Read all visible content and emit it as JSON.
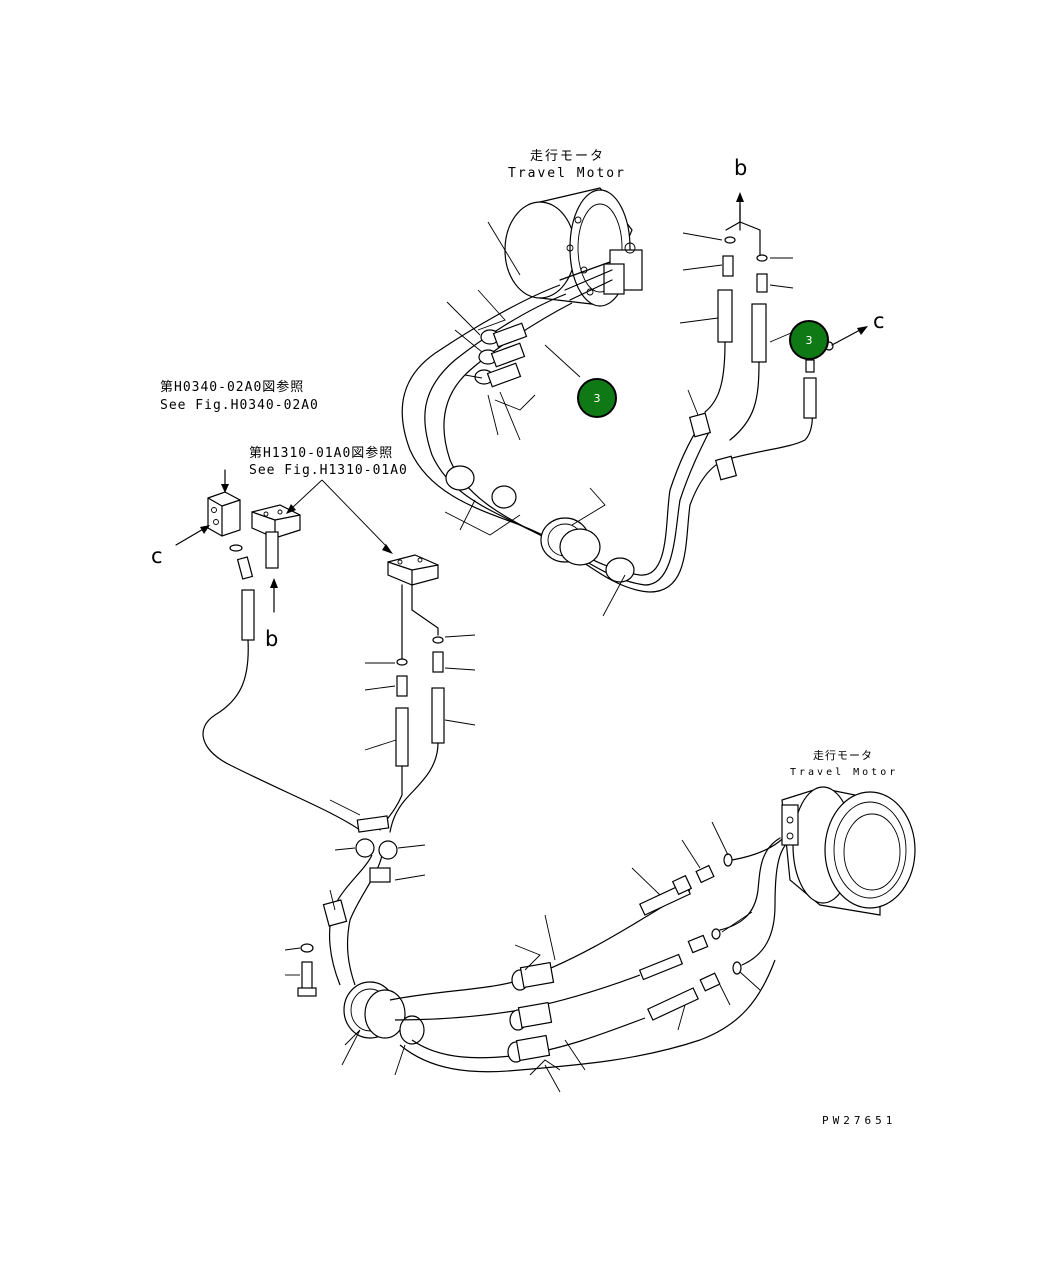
{
  "labels": {
    "travel_motor_top_jp": "走行モータ",
    "travel_motor_top_en": "Travel Motor",
    "travel_motor_bottom_jp": "走行モータ",
    "travel_motor_bottom_en": "Travel Motor",
    "ref1_jp": "第H0340-02A0図参照",
    "ref1_en": "See Fig.H0340-02A0",
    "ref2_jp": "第H1310-01A0図参照",
    "ref2_en": "See Fig.H1310-01A0",
    "drawing_code": "PW27651"
  },
  "callouts": {
    "b_top": "b",
    "c_right": "c",
    "c_left": "c",
    "b_left": "b"
  },
  "badges": {
    "badge_1": "3",
    "badge_2": "3"
  },
  "colors": {
    "badge_fill": "#0f7a15",
    "line": "#000000"
  }
}
